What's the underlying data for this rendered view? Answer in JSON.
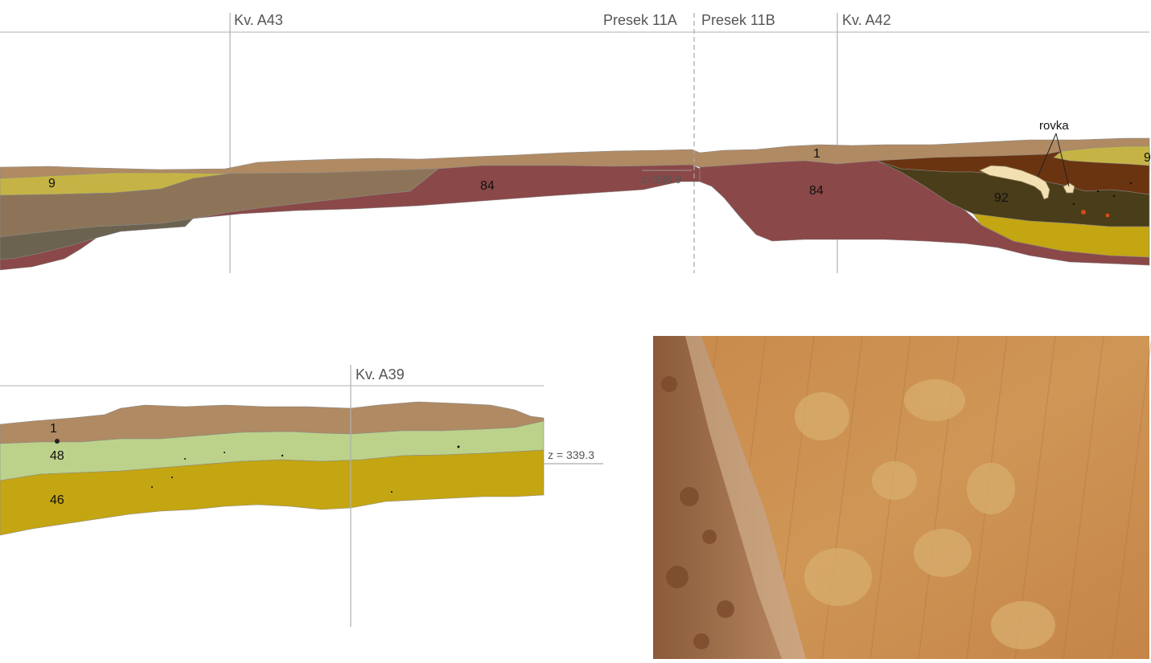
{
  "top_section": {
    "labels": {
      "kv_a43": "Kv. A43",
      "presek_11a": "Presek 11A",
      "presek_11b": "Presek 11B",
      "kv_a42": "Kv. A42"
    },
    "layers": {
      "l9": "9",
      "l84_left": "84",
      "l1": "1",
      "l84_right": "84",
      "l92": "92",
      "l9_edge": "9"
    },
    "elevation": "z=338.9",
    "feature": "rovka"
  },
  "bottom_section": {
    "labels": {
      "kv_a39": "Kv. A39"
    },
    "layers": {
      "l1": "1",
      "l48": "48",
      "l46": "46"
    },
    "elevation": "z = 339.3"
  },
  "colors": {
    "topsoil": "#b08a62",
    "layer_84": "#8b4848",
    "layer_9": "#c5b445",
    "brown_fill": "#8d7458",
    "grey_brown": "#6b6250",
    "dark_olive": "#4a3d19",
    "dark_brown": "#6b3410",
    "ochre": "#c4a512",
    "light_green": "#bcd28a",
    "cream": "#f2dfb2",
    "grid_line": "#b0b0b0"
  }
}
